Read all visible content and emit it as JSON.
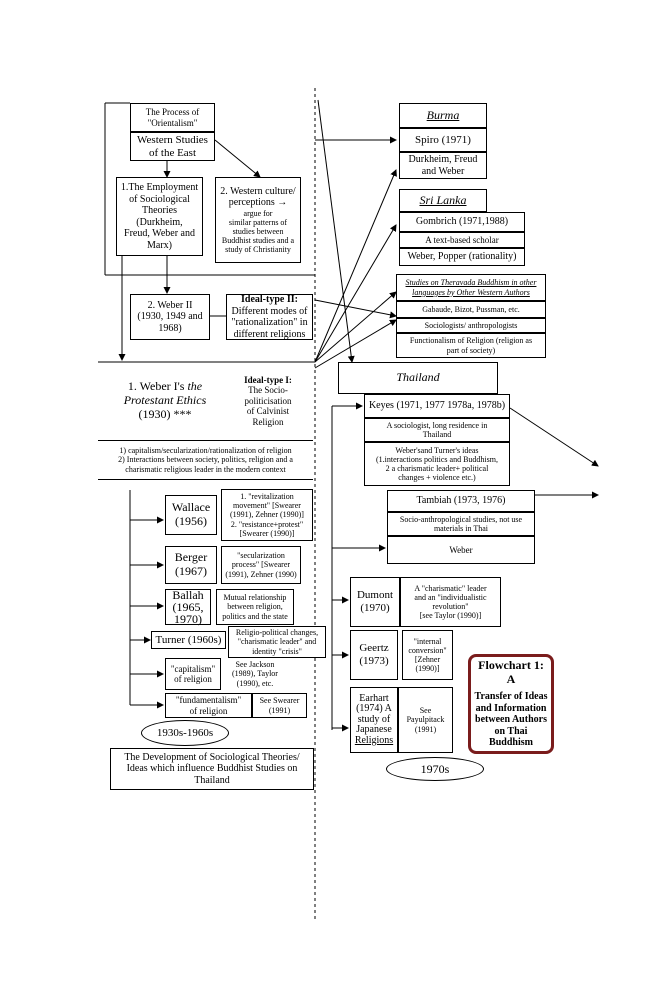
{
  "left": {
    "orientalism": "The Process of\n\"Orientalism\"",
    "western_studies": "Western Studies\nof the East",
    "employment": "1.The Employment\nof Sociological\nTheories\n(Durkheim,\nFreud, Weber and\nMarx)",
    "western_culture": "2. Western culture/\nperceptions →",
    "western_culture_sub": "argue for\nsimilar patterns of\nstudies between\nBuddhist studies and a\nstudy of Christianity",
    "weber2": "2. Weber II\n(1930, 1949 and\n1968)",
    "ideal2_title": "Ideal-type II:",
    "ideal2_body": "Different modes of\n\"rationalization\" in\ndifferent religions",
    "weber1_a": "1. Weber I's ",
    "weber1_b": "the\nProtestant Ethics",
    "weber1_c": "(1930) ***",
    "ideal1_title": "Ideal-type I:",
    "ideal1_body": "The Socio-\npoliticisation\nof Calvinist Religion",
    "capitalism_note": "1) capitalism/secularization/rationalization of religion\n2) Interactions between society, politics, religion and a\ncharismatic religious leader in the modern context",
    "wallace": "Wallace\n(1956)",
    "wallace_note": "1.  \"revitalization\nmovement\" [Swearer\n(1991), Zehner (1990)]\n2.  \"resistance+protest\"\n[Swearer (1990)]",
    "berger": "Berger\n(1967)",
    "berger_note": "\"secularization\nprocess\" [Swearer\n(1991), Zehner (1990)",
    "ballah": "Ballah\n(1965,\n1970)",
    "ballah_note": "Mutual relationship\nbetween religion,\npolitics and the state",
    "turner": "Turner (1960s)",
    "turner_note": "Religio-political changes,\n\"charismatic leader\" and\nidentity \"crisis\"",
    "capitalism_rel": "\"capitalism\"\nof religion",
    "capitalism_see": "See Jackson\n(1989), Taylor\n(1990), etc.",
    "fundamentalism": "\"fundamentalism\"\nof religion",
    "fundamentalism_see": "See Swearer\n(1991)",
    "oval_1930": "1930s-1960s",
    "footer": "The Development of Sociological Theories/\nIdeas which influence Buddhist Studies on\nThailand"
  },
  "right": {
    "burma": "Burma",
    "spiro": "Spiro (1971)",
    "durkheim": "Durkheim, Freud\nand Weber",
    "srilanka": "Sri Lanka",
    "gombrich": "Gombrich (1971,1988)",
    "textbased": "A text-based scholar",
    "popper": "Weber, Popper (rationality)",
    "studies": "Studies on Theravada Buddhism in other\nlanguages by Other Western Authors",
    "gabaude": "Gabaude, Bizot, Pussman, etc.",
    "sociologists": "Sociologists/ anthropologists",
    "functionalism": "Functionalism of Religion (religion as\npart of society)",
    "thailand": "Thailand",
    "keyes": "Keyes (1971, 1977 1978a, 1978b)",
    "keyes_note": "A sociologist, long residence in\nThailand",
    "keyes_ideas": "Weber'sand Turner's ideas\n(1.interactions politics and Buddhism,\n2 a charismatic leader+ political\nchanges + violence  etc.)",
    "tambiah": "Tambiah (1973, 1976)",
    "tambiah_note": "Socio-anthropological studies, not use\nmaterials in Thai",
    "weber": "Weber",
    "dumont": "Dumont\n(1970)",
    "dumont_note": "A \"charismatic\" leader\nand an \"individualistic\nrevolution\"\n[see Taylor (1990)]",
    "geertz": "Geertz\n(1973)",
    "geertz_note": "\"internal\nconversion\"\n[Zehner\n(1990)]",
    "earhart": "Earhart\n(1974) A\nstudy of\nJapanese",
    "earhart_rel": "Religions",
    "earhart_see": "See\nPayulpitack\n(1991)",
    "oval_1970": "1970s",
    "flowchart_title": "Flowchart 1: A",
    "flowchart_body": "Transfer of Ideas\nand Information\nbetween Authors\non Thai\nBuddhism"
  },
  "colors": {
    "flowchart_border": "#7a1c1c"
  }
}
